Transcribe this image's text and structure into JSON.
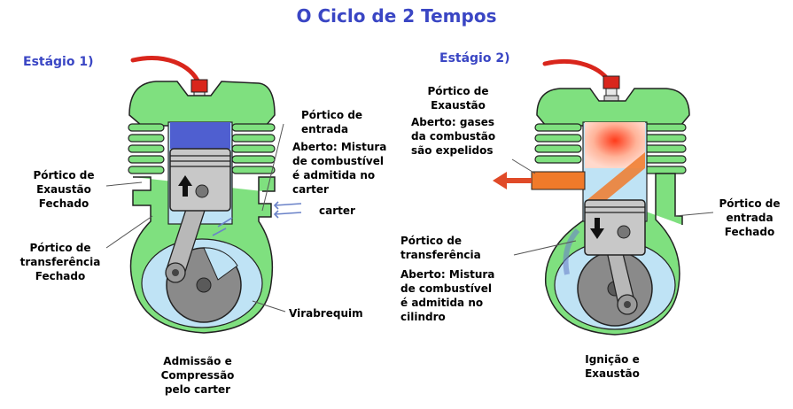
{
  "title": "O Ciclo de 2 Tempos",
  "stage1": {
    "heading": "Estágio 1)",
    "portico_entrada": "Pórtico de\nentrada",
    "aberto_mistura": "Aberto: Mistura\nde combustível\né admitida no\ncarter",
    "carter": "carter",
    "exaustao_fechado": "Pórtico de\nExaustão\nFechado",
    "transferencia_fechado": "Pórtico de\ntransferência\nFechado",
    "virabrequim": "Virabrequim",
    "caption": "Admissão e\nCompressão\npelo carter"
  },
  "stage2": {
    "heading": "Estágio 2)",
    "portico_exaustao": "Pórtico de\nExaustão",
    "aberto_gases": "Aberto: gases\nda combustão\nsão expelidos",
    "entrada_fechado": "Pórtico de\nentrada\nFechado",
    "portico_transferencia": "Pórtico de\ntransferência",
    "aberto_mistura_cilindro": "Aberto: Mistura\nde combustível\né admitida no\ncilindro",
    "caption": "Ignição e\nExaustão"
  },
  "colors": {
    "title": "#3a46c4",
    "engine_green": "#7fe07f",
    "engine_outline": "#222222",
    "piston_gray": "#b8b8b8",
    "mixture_blue": "#bfe3f5",
    "charge_blue": "#4f5fd0",
    "wire_red": "#d9261c",
    "exhaust_orange": "#f07a2a"
  },
  "icons": [
    "spark-plug-icon",
    "arrow-up-icon",
    "arrow-down-icon",
    "exhaust-arrow-icon",
    "intake-arrow-icon"
  ]
}
